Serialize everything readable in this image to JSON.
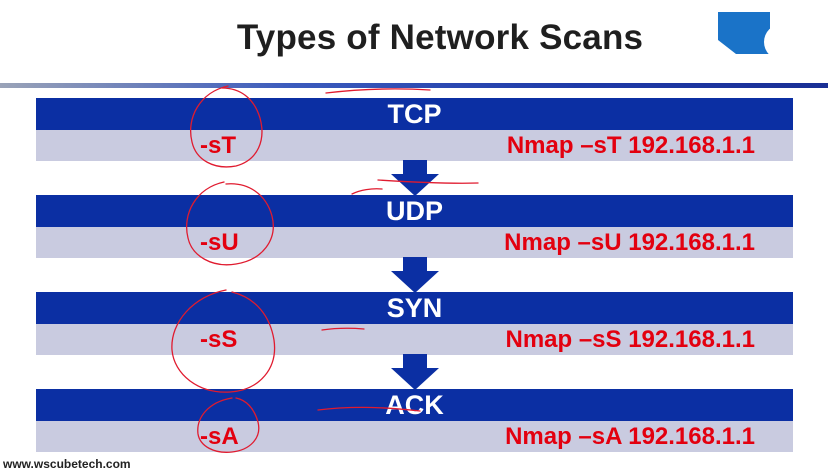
{
  "slide": {
    "title": "Types of Network Scans"
  },
  "scans": [
    {
      "name": "TCP",
      "flag": "-sT",
      "command": "Nmap –sT 192.168.1.1"
    },
    {
      "name": "UDP",
      "flag": "-sU",
      "command": "Nmap –sU 192.168.1.1"
    },
    {
      "name": "SYN",
      "flag": "-sS",
      "command": "Nmap –sS 192.168.1.1"
    },
    {
      "name": "ACK",
      "flag": "-sA",
      "command": "Nmap –sA 192.168.1.1"
    }
  ],
  "footer": {
    "website": "www.wscubetech.com"
  },
  "colors": {
    "header_blue": "#0b2fa3",
    "row_lavender": "#c9cbe0",
    "command_red": "#e3000f",
    "annotation_red": "#e01b2f",
    "logo_blue": "#1a73c8"
  },
  "icons": [
    "down-arrow-icon",
    "brand-logo-icon"
  ]
}
